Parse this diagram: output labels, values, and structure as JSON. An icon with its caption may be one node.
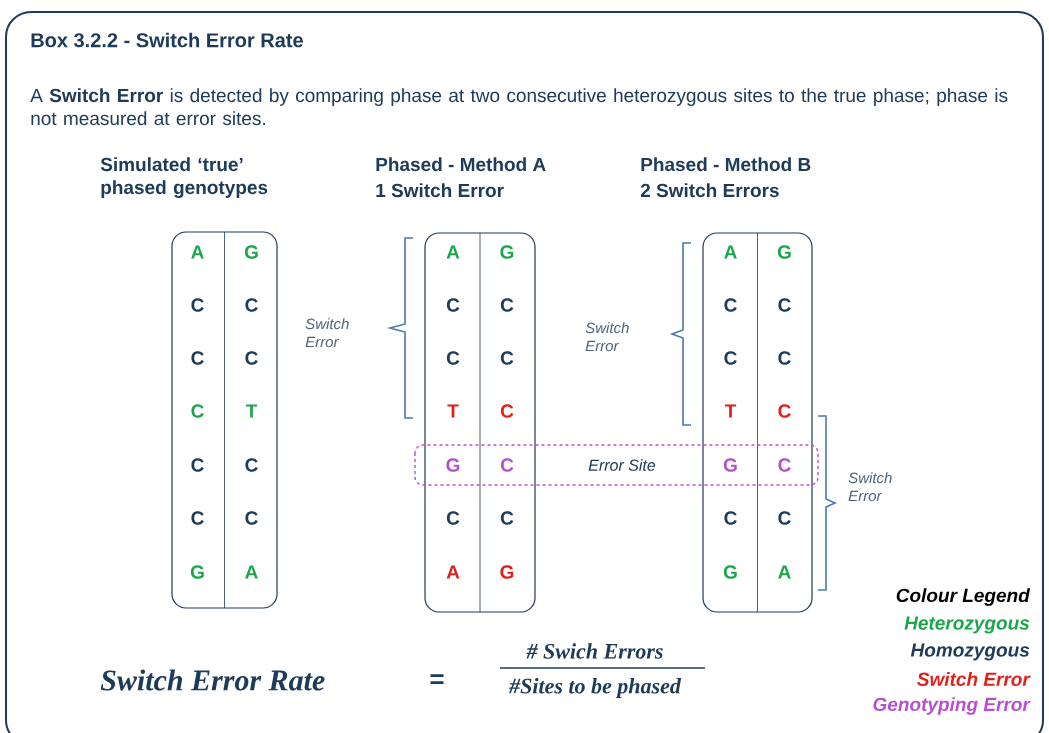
{
  "diagram": {
    "title": "Box 3.2.2 - Switch Error Rate",
    "nodes": [
      {
        "text": [
          "A",
          "G",
          "C",
          "C",
          "C",
          "C",
          "C",
          "T",
          "C",
          "C",
          "C",
          "C",
          "G",
          "A"
        ],
        "beside": [
          "Simulated ‘true’ phased genotypes"
        ]
      },
      {
        "text": [
          "A",
          "G",
          "C",
          "C",
          "C",
          "C",
          "T",
          "C",
          "G",
          "C",
          "C",
          "C",
          "A",
          "G"
        ],
        "beside": [
          "Phased - Method A",
          "1 Switch Error"
        ]
      },
      {
        "text": [
          "A",
          "G",
          "C",
          "C",
          "C",
          "C",
          "T",
          "C",
          "G",
          "C",
          "C",
          "C",
          "G",
          "A"
        ],
        "beside": [
          "Phased - Method B",
          "2 Switch Errors"
        ]
      }
    ],
    "labels": [
      "A **Switch Error** is detected by comparing phase at two consecutive heterozygous sites to the true phase; phase is not measured at error sites.",
      "Switch Error",
      "Switch Error",
      "Error Site",
      "Switch Error",
      "Colour Legend",
      "Switch Error Rate",
      "=",
      "# Swich Errors",
      "#Sites to be phased"
    ],
    "legend": [
      {
        "text": "Heterozygous",
        "color": "#1aa64a"
      },
      {
        "text": "Homozygous",
        "color": "#1f3b5a"
      },
      {
        "text": "Switch Error",
        "color": "#e0201b"
      },
      {
        "text": "Genotyping Error",
        "color": "#b84fd1"
      }
    ]
  }
}
